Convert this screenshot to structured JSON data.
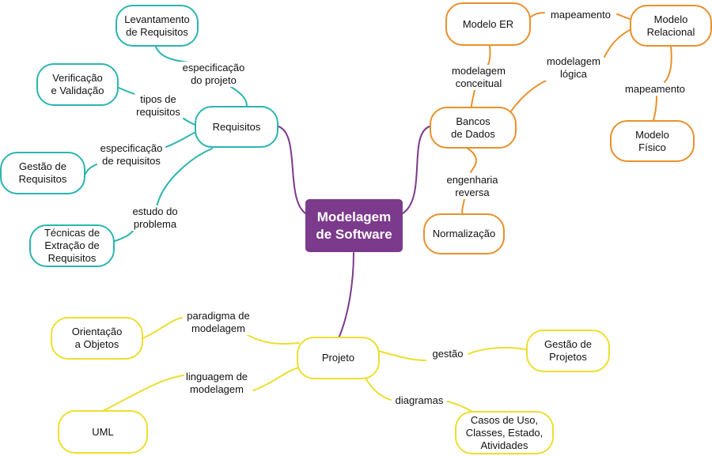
{
  "colors": {
    "central": "#7c3a8c",
    "requisitos": "#2bb5b0",
    "bancos": "#e8912c",
    "projeto": "#ecdf2e"
  },
  "nodes": {
    "central": "Modelagem\nde Software",
    "requisitos": "Requisitos",
    "levantamento": "Levantamento\nde Requisitos",
    "verificacao": "Verificação\ne Validação",
    "gestao_req": "Gestão de\nRequisitos",
    "tecnicas": "Técnicas de\nExtração de\nRequisitos",
    "bancos": "Bancos\nde Dados",
    "modelo_er": "Modelo ER",
    "modelo_relacional": "Modelo\nRelacional",
    "modelo_fisico": "Modelo\nFísico",
    "normalizacao": "Normalização",
    "projeto": "Projeto",
    "orientacao": "Orientação\na Objetos",
    "uml": "UML",
    "gestao_proj": "Gestão de\nProjetos",
    "casos_uso": "Casos de Uso,\nClasses, Estado,\nAtividades"
  },
  "labels": {
    "especificacao_projeto": "especificação\ndo projeto",
    "tipos_requisitos": "tipos de\nrequisitos",
    "especificacao_requisitos": "especificação\nde requisitos",
    "estudo_problema": "estudo do\nproblema",
    "mapeamento_1": "mapeamento",
    "modelagem_conceitual": "modelagem\nconceitual",
    "modelagem_logica": "modelagem\nlógica",
    "mapeamento_2": "mapeamento",
    "engenharia_reversa": "engenharia\nreversa",
    "paradigma_modelagem": "paradigma de\nmodelagem",
    "linguagem_modelagem": "linguagem de\nmodelagem",
    "gestao": "gestão",
    "diagramas": "diagramas"
  }
}
